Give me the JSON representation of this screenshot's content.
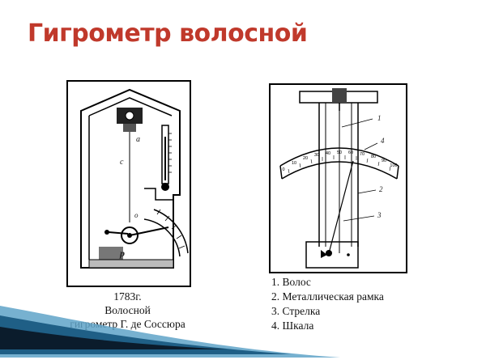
{
  "slide": {
    "title": "Гигрометр волосной",
    "accent_color": "#c0392b"
  },
  "left_figure": {
    "part_labels": [
      "a",
      "c",
      "o",
      "p"
    ],
    "caption": [
      "1783г.",
      "Волосной",
      "гигрометр Г. де Соссюра"
    ]
  },
  "right_figure": {
    "scale_numbers": [
      "0",
      "10",
      "20",
      "30",
      "40",
      "50",
      "60",
      "70",
      "80",
      "90",
      "100"
    ],
    "callouts": [
      "1",
      "4",
      "2",
      "3"
    ],
    "legend": [
      "1. Волос",
      "2. Металлическая рамка",
      "3. Стрелка",
      "4. Шкала"
    ]
  },
  "decoration": {
    "swoosh_colors": [
      "#1f5f86",
      "#5fa3c8",
      "#0b1c2c"
    ]
  }
}
